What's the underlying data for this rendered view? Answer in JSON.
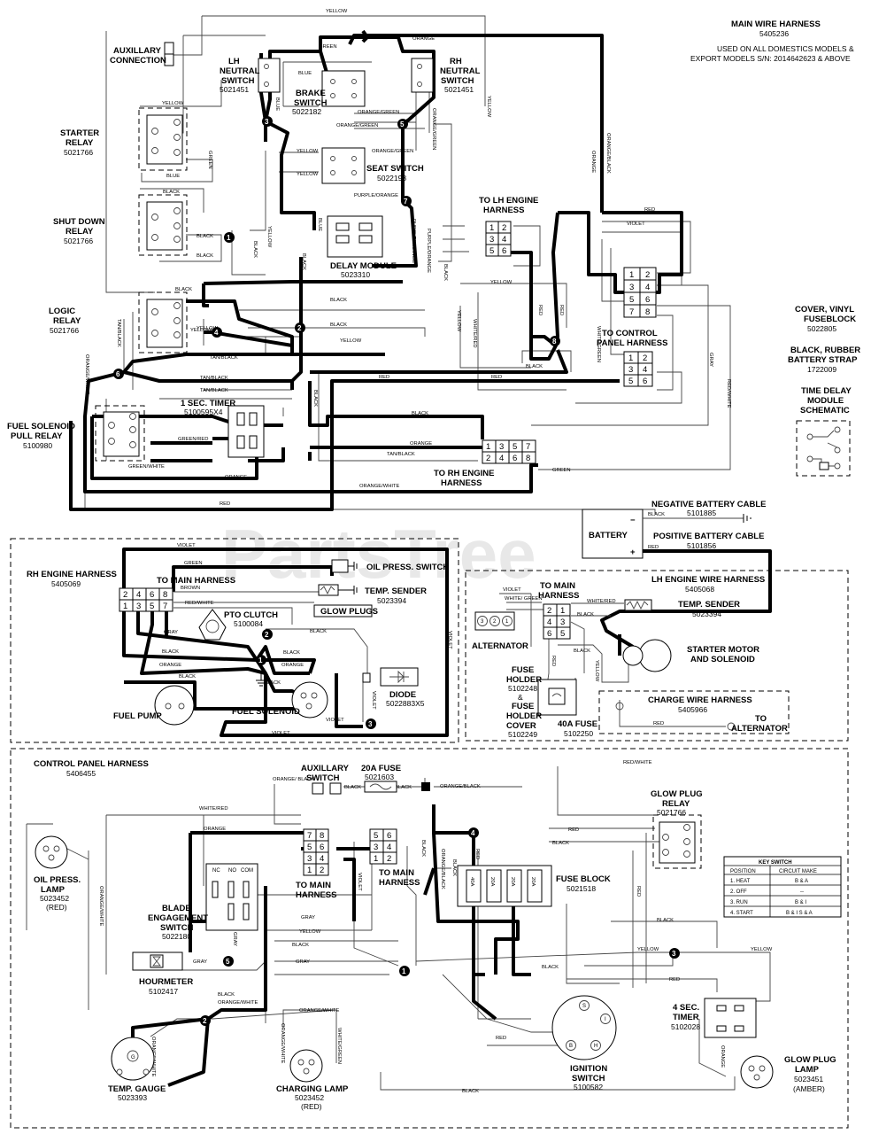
{
  "header": {
    "title": "MAIN WIRE HARNESS",
    "title_pn": "5405236",
    "note_line1": "USED ON ALL DOMESTICS MODELS &",
    "note_line2": "EXPORT MODELS S/N: 2014642623 & ABOVE"
  },
  "watermark": "PartsTree",
  "watermark_tm": "TM",
  "side_parts": [
    {
      "name1": "COVER, VINYL",
      "name2": "FUSEBLOCK",
      "pn": "5022805"
    },
    {
      "name1": "BLACK, RUBBER",
      "name2": "BATTERY STRAP",
      "pn": "1722009"
    },
    {
      "name1": "TIME DELAY",
      "name2": "MODULE",
      "name3": "SCHEMATIC"
    }
  ],
  "main": {
    "aux_connection": [
      "AUXILLARY",
      "CONNECTION"
    ],
    "lh_neutral": {
      "l1": "LH",
      "l2": "NEUTRAL",
      "l3": "SWITCH",
      "pn": "5021451"
    },
    "rh_neutral": {
      "l1": "RH",
      "l2": "NEUTRAL",
      "l3": "SWITCH",
      "pn": "5021451"
    },
    "brake_switch": {
      "l1": "BRAKE",
      "l2": "SWITCH",
      "pn": "5022182"
    },
    "seat_switch": {
      "l1": "SEAT SWITCH",
      "pn": "5022198"
    },
    "starter_relay": {
      "l1": "STARTER",
      "l2": "RELAY",
      "pn": "5021766"
    },
    "shutdown_relay": {
      "l1": "SHUT DOWN",
      "l2": "RELAY",
      "pn": "5021766"
    },
    "logic_relay": {
      "l1": "LOGIC",
      "l2": "RELAY",
      "pn": "5021766"
    },
    "delay_module": {
      "l1": "DELAY MODULE",
      "pn": "5023310"
    },
    "fuel_relay": {
      "l1": "FUEL SOLENOID",
      "l2": "PULL RELAY",
      "pn": "5100980"
    },
    "timer": {
      "l1": "1 SEC. TIMER",
      "pn": "5100595X4"
    },
    "to_lh_engine": [
      "TO LH ENGINE",
      "HARNESS"
    ],
    "to_control_panel": [
      "TO CONTROL",
      "PANEL HARNESS"
    ],
    "to_rh_engine": [
      "TO RH ENGINE",
      "HARNESS"
    ],
    "conn_lh": [
      "1",
      "2",
      "3",
      "4",
      "5",
      "6"
    ],
    "conn_cp": [
      "1",
      "2",
      "3",
      "4",
      "5",
      "6"
    ],
    "conn_main8": [
      "1",
      "2",
      "3",
      "4",
      "5",
      "6",
      "7",
      "8"
    ],
    "conn_rh_top": [
      "1",
      "3",
      "5",
      "7"
    ],
    "conn_rh_bot": [
      "2",
      "4",
      "6",
      "8"
    ]
  },
  "battery": {
    "label": "BATTERY",
    "neg_cable": "NEGATIVE BATTERY CABLE",
    "neg_pn": "5101885",
    "pos_cable": "POSITIVE BATTERY CABLE",
    "pos_pn": "5101856",
    "minus": "−",
    "plus": "+"
  },
  "rh_engine": {
    "title": "RH ENGINE HARNESS",
    "pn": "5405069",
    "oil_press": "OIL PRESS. SWITCH",
    "to_main": "TO MAIN HARNESS",
    "temp_sender": "TEMP. SENDER",
    "temp_pn": "5023394",
    "glow_plugs": "GLOW PLUGS",
    "pto_clutch": "PTO CLUTCH",
    "pto_pn": "5100084",
    "fuel_pump": "FUEL PUMP",
    "fuel_solenoid": "FUEL SOLENOID",
    "diode": "DIODE",
    "diode_pn": "5022883X5",
    "conn_top": [
      "2",
      "4",
      "6",
      "8"
    ],
    "conn_bot": [
      "1",
      "3",
      "5",
      "7"
    ]
  },
  "lh_engine": {
    "title": "LH ENGINE WIRE HARNESS",
    "pn": "5405068",
    "to_main": [
      "TO MAIN",
      "HARNESS"
    ],
    "temp_sender": "TEMP. SENDER",
    "temp_pn": "5023394",
    "alternator": "ALTERNATOR",
    "alt_pins": [
      "3",
      "2",
      "1"
    ],
    "starter": [
      "STARTER MOTOR",
      "AND SOLENOID"
    ],
    "fuse_holder": [
      "FUSE",
      "HOLDER"
    ],
    "fuse_holder_pn": "5102248",
    "amp": "&",
    "fuse_cover": [
      "FUSE",
      "HOLDER",
      "COVER"
    ],
    "fuse_cover_pn": "5102249",
    "fuse40": "40A FUSE",
    "fuse40_pn": "5102250",
    "charge_wire": "CHARGE WIRE HARNESS",
    "charge_pn": "5405966",
    "to_alt": [
      "TO",
      "ALTERNATOR"
    ],
    "conn": [
      "2",
      "1",
      "4",
      "3",
      "6",
      "5"
    ]
  },
  "control_panel": {
    "title": "CONTROL PANEL HARNESS",
    "pn": "5406455",
    "aux_switch": [
      "AUXILLARY",
      "SWITCH"
    ],
    "fuse20": "20A FUSE",
    "fuse20_pn": "5021603",
    "glow_relay": [
      "GLOW PLUG",
      "RELAY"
    ],
    "glow_relay_pn": "5021766",
    "oil_lamp": [
      "OIL PRESS.",
      "LAMP"
    ],
    "oil_lamp_pn": "5023452",
    "oil_lamp_color": "(RED)",
    "blade": [
      "BLADE",
      "ENGAGEMENT",
      "SWITCH"
    ],
    "blade_pn": "5022180",
    "blade_pins": [
      "NC",
      "NO",
      "COM"
    ],
    "to_main_a": [
      "TO MAIN",
      "HARNESS"
    ],
    "to_main_b": [
      "TO MAIN",
      "HARNESS"
    ],
    "fuse_block": "FUSE BLOCK",
    "fuse_block_pn": "5021518",
    "fuses": [
      "40A",
      "20A",
      "20A",
      "20A"
    ],
    "hourmeter": "HOURMETER",
    "hourmeter_pn": "5102417",
    "temp_gauge": "TEMP. GAUGE",
    "temp_gauge_pn": "5023393",
    "charging_lamp": "CHARGING LAMP",
    "charging_pn": "5023452",
    "charging_color": "(RED)",
    "ignition": [
      "IGNITION",
      "SWITCH"
    ],
    "ignition_pn": "5100582",
    "ign_terms": [
      "S",
      "I",
      "B",
      "H"
    ],
    "timer4": [
      "4 SEC.",
      "TIMER"
    ],
    "timer4_pn": "5102028",
    "glow_lamp": [
      "GLOW PLUG",
      "LAMP"
    ],
    "glow_lamp_pn": "5023451",
    "glow_lamp_color": "(AMBER)",
    "conn_a": [
      "7",
      "8",
      "5",
      "6",
      "3",
      "4",
      "1",
      "2"
    ],
    "conn_b": [
      "5",
      "6",
      "3",
      "4",
      "1",
      "2"
    ],
    "gauge_letter": "G"
  },
  "key_switch": {
    "title": "KEY SWITCH",
    "headers": [
      "POSITION",
      "CIRCUIT MAKE"
    ],
    "rows": [
      [
        "1. HEAT",
        "B & A"
      ],
      [
        "2. OFF",
        "--"
      ],
      [
        "3. RUN",
        "B & I"
      ],
      [
        "4. START",
        "B & I S & A"
      ]
    ]
  },
  "wire_labels": {
    "yellow": "YELLOW",
    "green": "GREEN",
    "orange": "ORANGE",
    "blue": "BLUE",
    "black": "BLACK",
    "red": "RED",
    "violet": "VIOLET",
    "gray": "GRAY",
    "brown": "BROWN",
    "orange_green": "ORANGE/GREEN",
    "orange_black": "ORANGE/BLACK",
    "purple_orange": "PURPLE/ORANGE",
    "tan_black": "TAN/BLACK",
    "orange_white": "ORANGE/WHITE",
    "green_red": "GREEN/RED",
    "green_white": "GREEN/WHITE",
    "white_red": "WHITE/RED",
    "red_white": "RED/WHITE",
    "white_green": "WHITE/GREEN",
    "orange_black_v": "ORANGE/ BLACK",
    "white_green_v": "WHITE/ GREEN"
  },
  "splices": [
    "1",
    "2",
    "3",
    "4",
    "5",
    "6",
    "7",
    "8"
  ]
}
